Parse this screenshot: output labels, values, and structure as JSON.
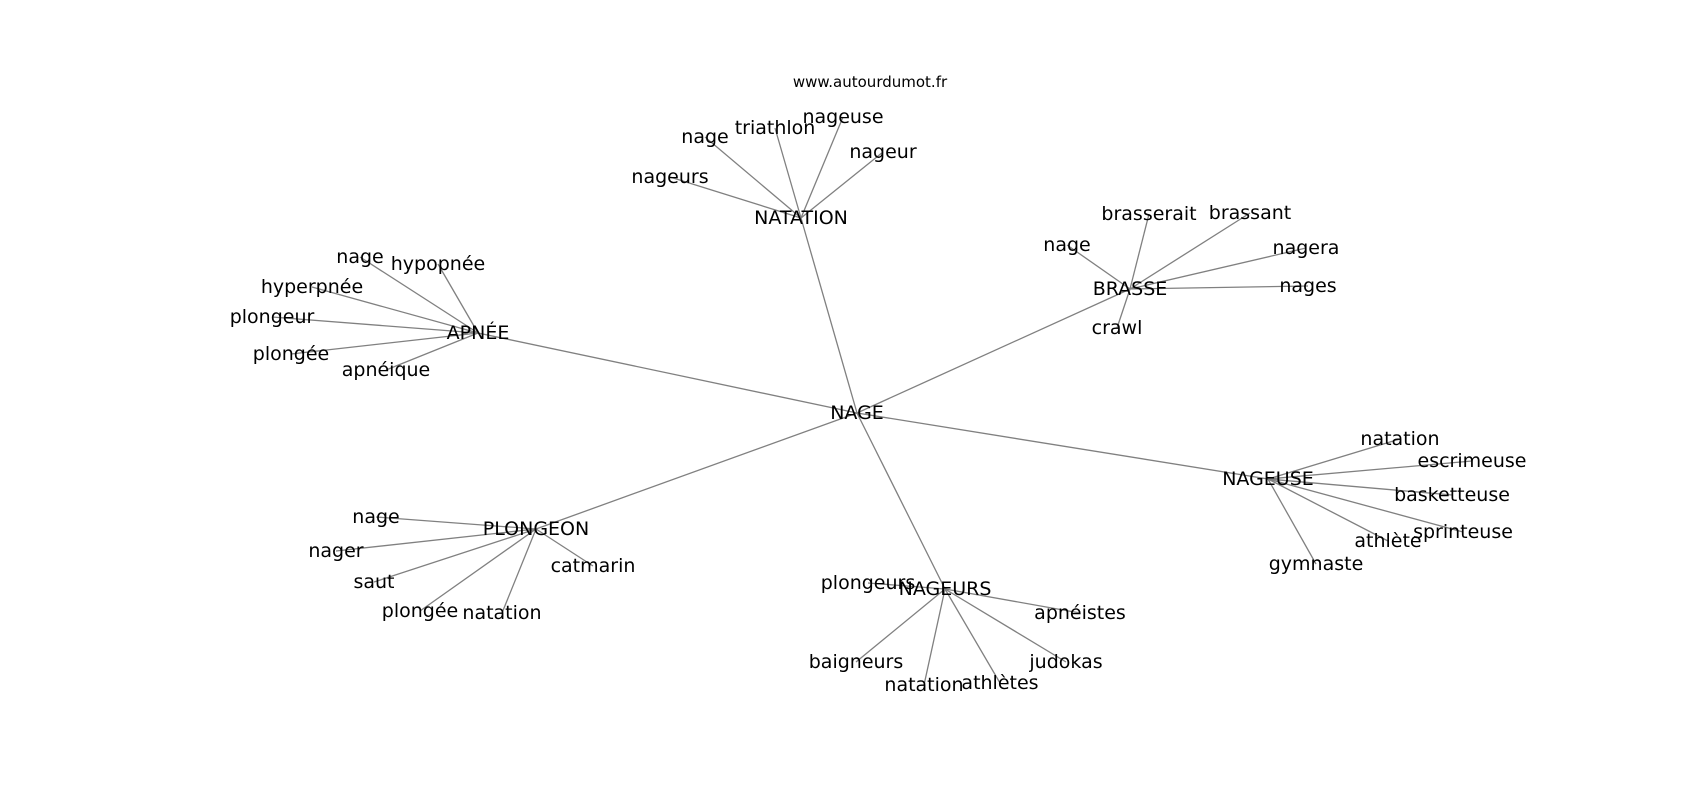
{
  "source_label": "www.autourdumot.fr",
  "colors": {
    "edge": "#808080",
    "text": "#000000",
    "background": "#ffffff"
  },
  "center": "NAGE",
  "clusters": [
    {
      "id": "natation",
      "label": "NATATION",
      "leaves": [
        "nageurs",
        "nage",
        "triathlon",
        "nageuse",
        "nageur"
      ]
    },
    {
      "id": "apnee",
      "label": "APNÉE",
      "leaves": [
        "nage",
        "hypopnée",
        "hyperpnée",
        "plongeur",
        "plongée",
        "apnéique"
      ]
    },
    {
      "id": "brasse",
      "label": "BRASSE",
      "leaves": [
        "nage",
        "brasserait",
        "brassant",
        "nagera",
        "nages",
        "crawl"
      ]
    },
    {
      "id": "nageuse",
      "label": "NAGEUSE",
      "leaves": [
        "natation",
        "escrimeuse",
        "basketteuse",
        "sprinteuse",
        "athlète",
        "gymnaste"
      ]
    },
    {
      "id": "plongeon",
      "label": "PLONGEON",
      "leaves": [
        "nage",
        "nager",
        "saut",
        "plongée",
        "natation",
        "catmarin"
      ]
    },
    {
      "id": "nageurs",
      "label": "NAGEURS",
      "leaves": [
        "plongeurs",
        "apnéistes",
        "judokas",
        "athlètes",
        "natation",
        "baigneurs"
      ]
    }
  ]
}
